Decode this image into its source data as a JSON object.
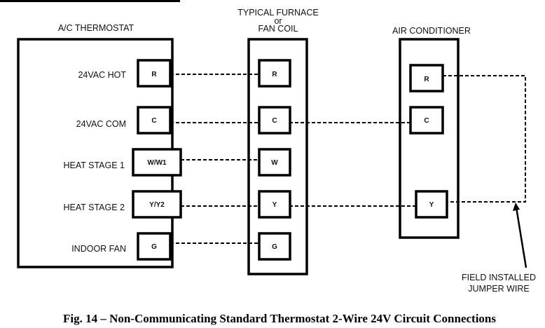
{
  "figure": {
    "caption": "Fig. 14 – Non-Communicating Standard Thermostat 2-Wire 24V Circuit Connections"
  },
  "thermostat": {
    "title": "A/C THERMOSTAT",
    "rows": [
      {
        "label": "24VAC HOT",
        "terminal": "R"
      },
      {
        "label": "24VAC COM",
        "terminal": "C"
      },
      {
        "label": "HEAT STAGE 1",
        "terminal": "W/W1"
      },
      {
        "label": "HEAT STAGE 2",
        "terminal": "Y/Y2"
      },
      {
        "label": "INDOOR FAN",
        "terminal": "G"
      }
    ]
  },
  "furnace": {
    "title_line1": "TYPICAL FURNACE",
    "title_line2": "or",
    "title_line3": "FAN COIL",
    "terminals": [
      "R",
      "C",
      "W",
      "Y",
      "G"
    ]
  },
  "air_conditioner": {
    "title": "AIR CONDITIONER",
    "terminals": [
      "R",
      "C",
      "Y"
    ]
  },
  "jumper": {
    "label_line1": "FIELD INSTALLED",
    "label_line2": "JUMPER WIRE"
  }
}
